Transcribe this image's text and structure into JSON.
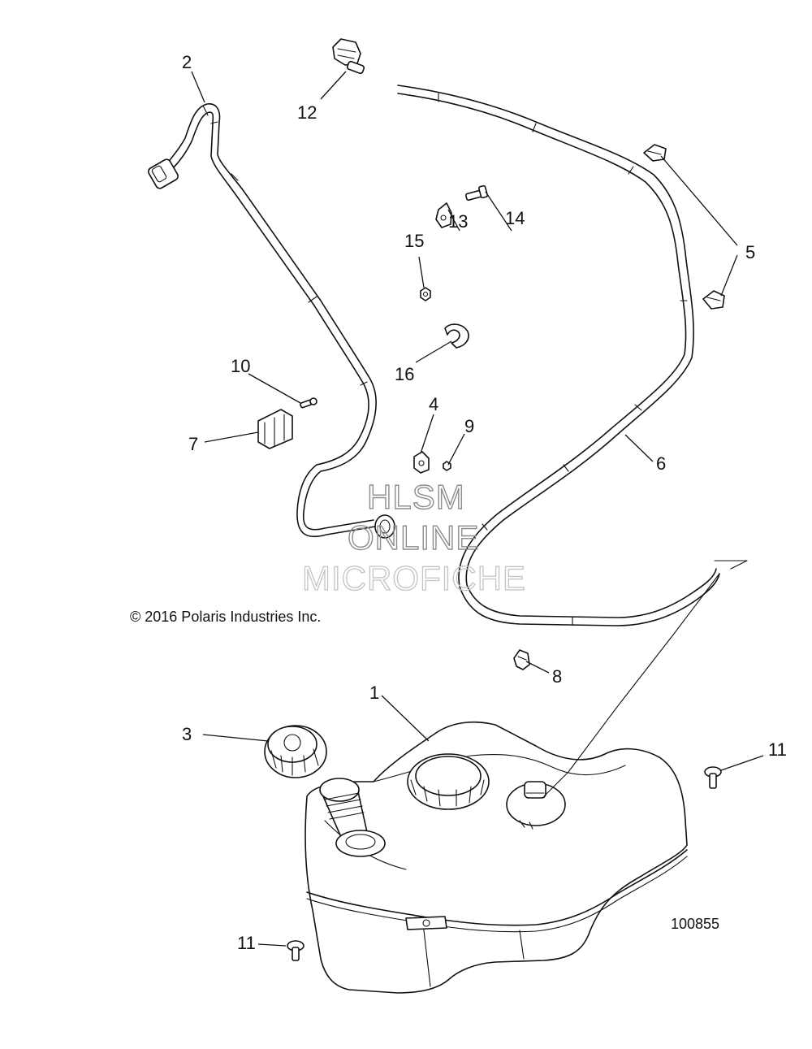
{
  "copyright": "© 2016 Polaris Industries Inc.",
  "figure_number": "100855",
  "watermark": {
    "line1": "HLSM",
    "line2": "ONLINE",
    "line3": "MICROFICHE"
  },
  "callouts": {
    "c1": "1",
    "c2": "2",
    "c3": "3",
    "c4": "4",
    "c5": "5",
    "c6": "6",
    "c7": "7",
    "c8": "8",
    "c9": "9",
    "c10": "10",
    "c11a": "11",
    "c11b": "11",
    "c12": "12",
    "c13": "13",
    "c14": "14",
    "c15": "15",
    "c16": "16"
  }
}
